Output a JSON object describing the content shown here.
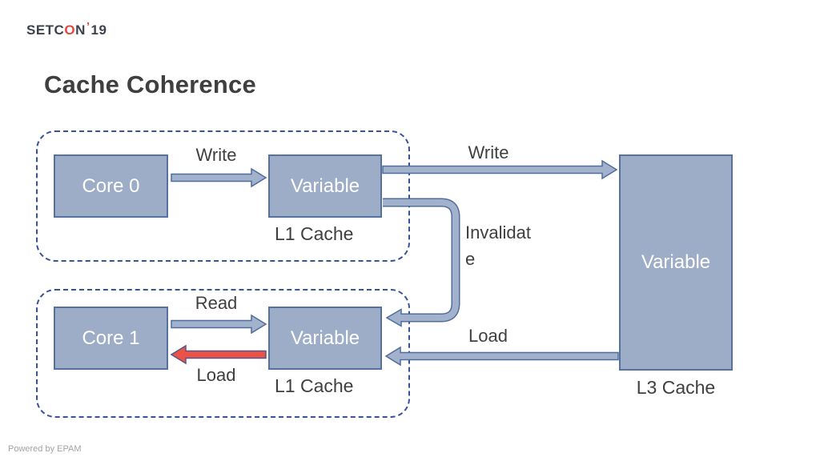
{
  "slide": {
    "logo": {
      "prefix": "SETC",
      "o": "O",
      "n": "N",
      "tick": "’",
      "year": "19"
    },
    "title": "Cache Coherence",
    "footer": "Powered by EPAM"
  },
  "diagram": {
    "boxes": {
      "core0": "Core 0",
      "l1_variable_top": "Variable",
      "core1": "Core 1",
      "l1_variable_bottom": "Variable",
      "l3_variable": "Variable"
    },
    "labels": {
      "write_core0_to_l1": "Write",
      "write_l1_to_l3": "Write",
      "invalidate_line1": "Invalidat",
      "invalidate_line2": "e",
      "read_core1_to_l1": "Read",
      "load_l1_to_core1": "Load",
      "load_l3_to_l1": "Load",
      "l1_cache_top": "L1 Cache",
      "l1_cache_bottom": "L1 Cache",
      "l3_cache": "L3 Cache"
    },
    "colors": {
      "box_fill": "#9dadc7",
      "box_border": "#54719f",
      "arrow_fill": "#a3b2cc",
      "arrow_border": "#4f6d9e",
      "red_fill": "#ed5345",
      "red_border": "#56568f",
      "dashed_border": "#36539b",
      "accent_red": "#e0483e",
      "text_dark": "#3f3f3f",
      "text_logo": "#3d414e"
    }
  }
}
